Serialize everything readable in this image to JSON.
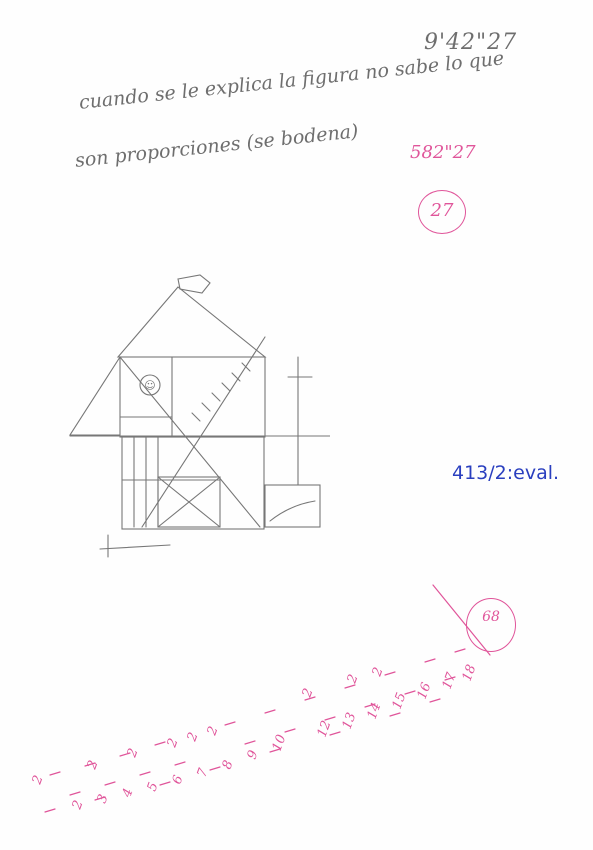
{
  "header": {
    "time_top": "9'42\"27"
  },
  "note": {
    "line1": "cuando se le explica la figura no sabe lo que",
    "line2": "son proporciones (se bodena)"
  },
  "scoring": {
    "time_pink": "582\"27",
    "score_circle": "27",
    "evaluation": "413/2:eval.",
    "pink_circle_text": "68"
  },
  "colors": {
    "pencil": "#6e6e6e",
    "pink_ink": "#e0559a",
    "blue_ink": "#2a3fbf",
    "paper": "#fefefe"
  },
  "drawing": {
    "icon": "rey-complex-figure-copy",
    "face_glyph": "☺"
  }
}
